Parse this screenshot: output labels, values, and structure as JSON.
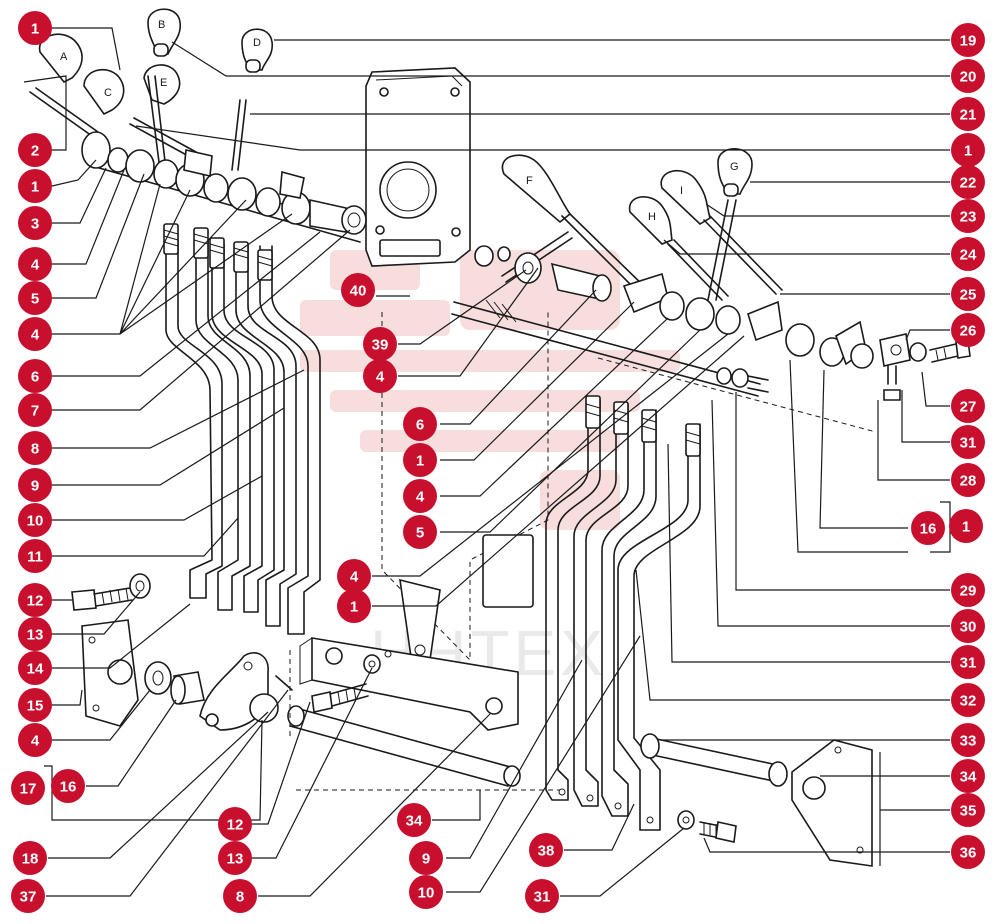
{
  "watermark": {
    "text": "HHTEX",
    "color": "#f3c2c2"
  },
  "accent_color": "#c8102e",
  "knob_letters": [
    "A",
    "B",
    "C",
    "D",
    "E",
    "F",
    "G",
    "H",
    "I"
  ],
  "callouts": [
    {
      "id": "c1a",
      "label": "1"
    },
    {
      "id": "c2",
      "label": "2"
    },
    {
      "id": "c1b",
      "label": "1"
    },
    {
      "id": "c3",
      "label": "3"
    },
    {
      "id": "c4a",
      "label": "4"
    },
    {
      "id": "c5a",
      "label": "5"
    },
    {
      "id": "c4b",
      "label": "4"
    },
    {
      "id": "c6a",
      "label": "6"
    },
    {
      "id": "c7",
      "label": "7"
    },
    {
      "id": "c8a",
      "label": "8"
    },
    {
      "id": "c9a",
      "label": "9"
    },
    {
      "id": "c10a",
      "label": "10"
    },
    {
      "id": "c11",
      "label": "11"
    },
    {
      "id": "c12a",
      "label": "12"
    },
    {
      "id": "c13a",
      "label": "13"
    },
    {
      "id": "c14",
      "label": "14"
    },
    {
      "id": "c15",
      "label": "15"
    },
    {
      "id": "c4c",
      "label": "4"
    },
    {
      "id": "c16a",
      "label": "16"
    },
    {
      "id": "c17",
      "label": "17"
    },
    {
      "id": "c18",
      "label": "18"
    },
    {
      "id": "c37",
      "label": "37"
    },
    {
      "id": "c12b",
      "label": "12"
    },
    {
      "id": "c13b",
      "label": "13"
    },
    {
      "id": "c8b",
      "label": "8"
    },
    {
      "id": "c34a",
      "label": "34"
    },
    {
      "id": "c9b",
      "label": "9"
    },
    {
      "id": "c10b",
      "label": "10"
    },
    {
      "id": "c38",
      "label": "38"
    },
    {
      "id": "c31a",
      "label": "31"
    },
    {
      "id": "c40",
      "label": "40"
    },
    {
      "id": "c39",
      "label": "39"
    },
    {
      "id": "c4d",
      "label": "4"
    },
    {
      "id": "c6b",
      "label": "6"
    },
    {
      "id": "c1c",
      "label": "1"
    },
    {
      "id": "c4e",
      "label": "4"
    },
    {
      "id": "c5b",
      "label": "5"
    },
    {
      "id": "c4f",
      "label": "4"
    },
    {
      "id": "c1d",
      "label": "1"
    },
    {
      "id": "c19",
      "label": "19"
    },
    {
      "id": "c20",
      "label": "20"
    },
    {
      "id": "c21",
      "label": "21"
    },
    {
      "id": "c1e",
      "label": "1"
    },
    {
      "id": "c22",
      "label": "22"
    },
    {
      "id": "c23",
      "label": "23"
    },
    {
      "id": "c24",
      "label": "24"
    },
    {
      "id": "c25",
      "label": "25"
    },
    {
      "id": "c26",
      "label": "26"
    },
    {
      "id": "c27",
      "label": "27"
    },
    {
      "id": "c31b",
      "label": "31"
    },
    {
      "id": "c28",
      "label": "28"
    },
    {
      "id": "c16b",
      "label": "16"
    },
    {
      "id": "c1f",
      "label": "1"
    },
    {
      "id": "c29",
      "label": "29"
    },
    {
      "id": "c30",
      "label": "30"
    },
    {
      "id": "c31c",
      "label": "31"
    },
    {
      "id": "c32",
      "label": "32"
    },
    {
      "id": "c33",
      "label": "33"
    },
    {
      "id": "c34b",
      "label": "34"
    },
    {
      "id": "c35",
      "label": "35"
    },
    {
      "id": "c36",
      "label": "36"
    }
  ]
}
